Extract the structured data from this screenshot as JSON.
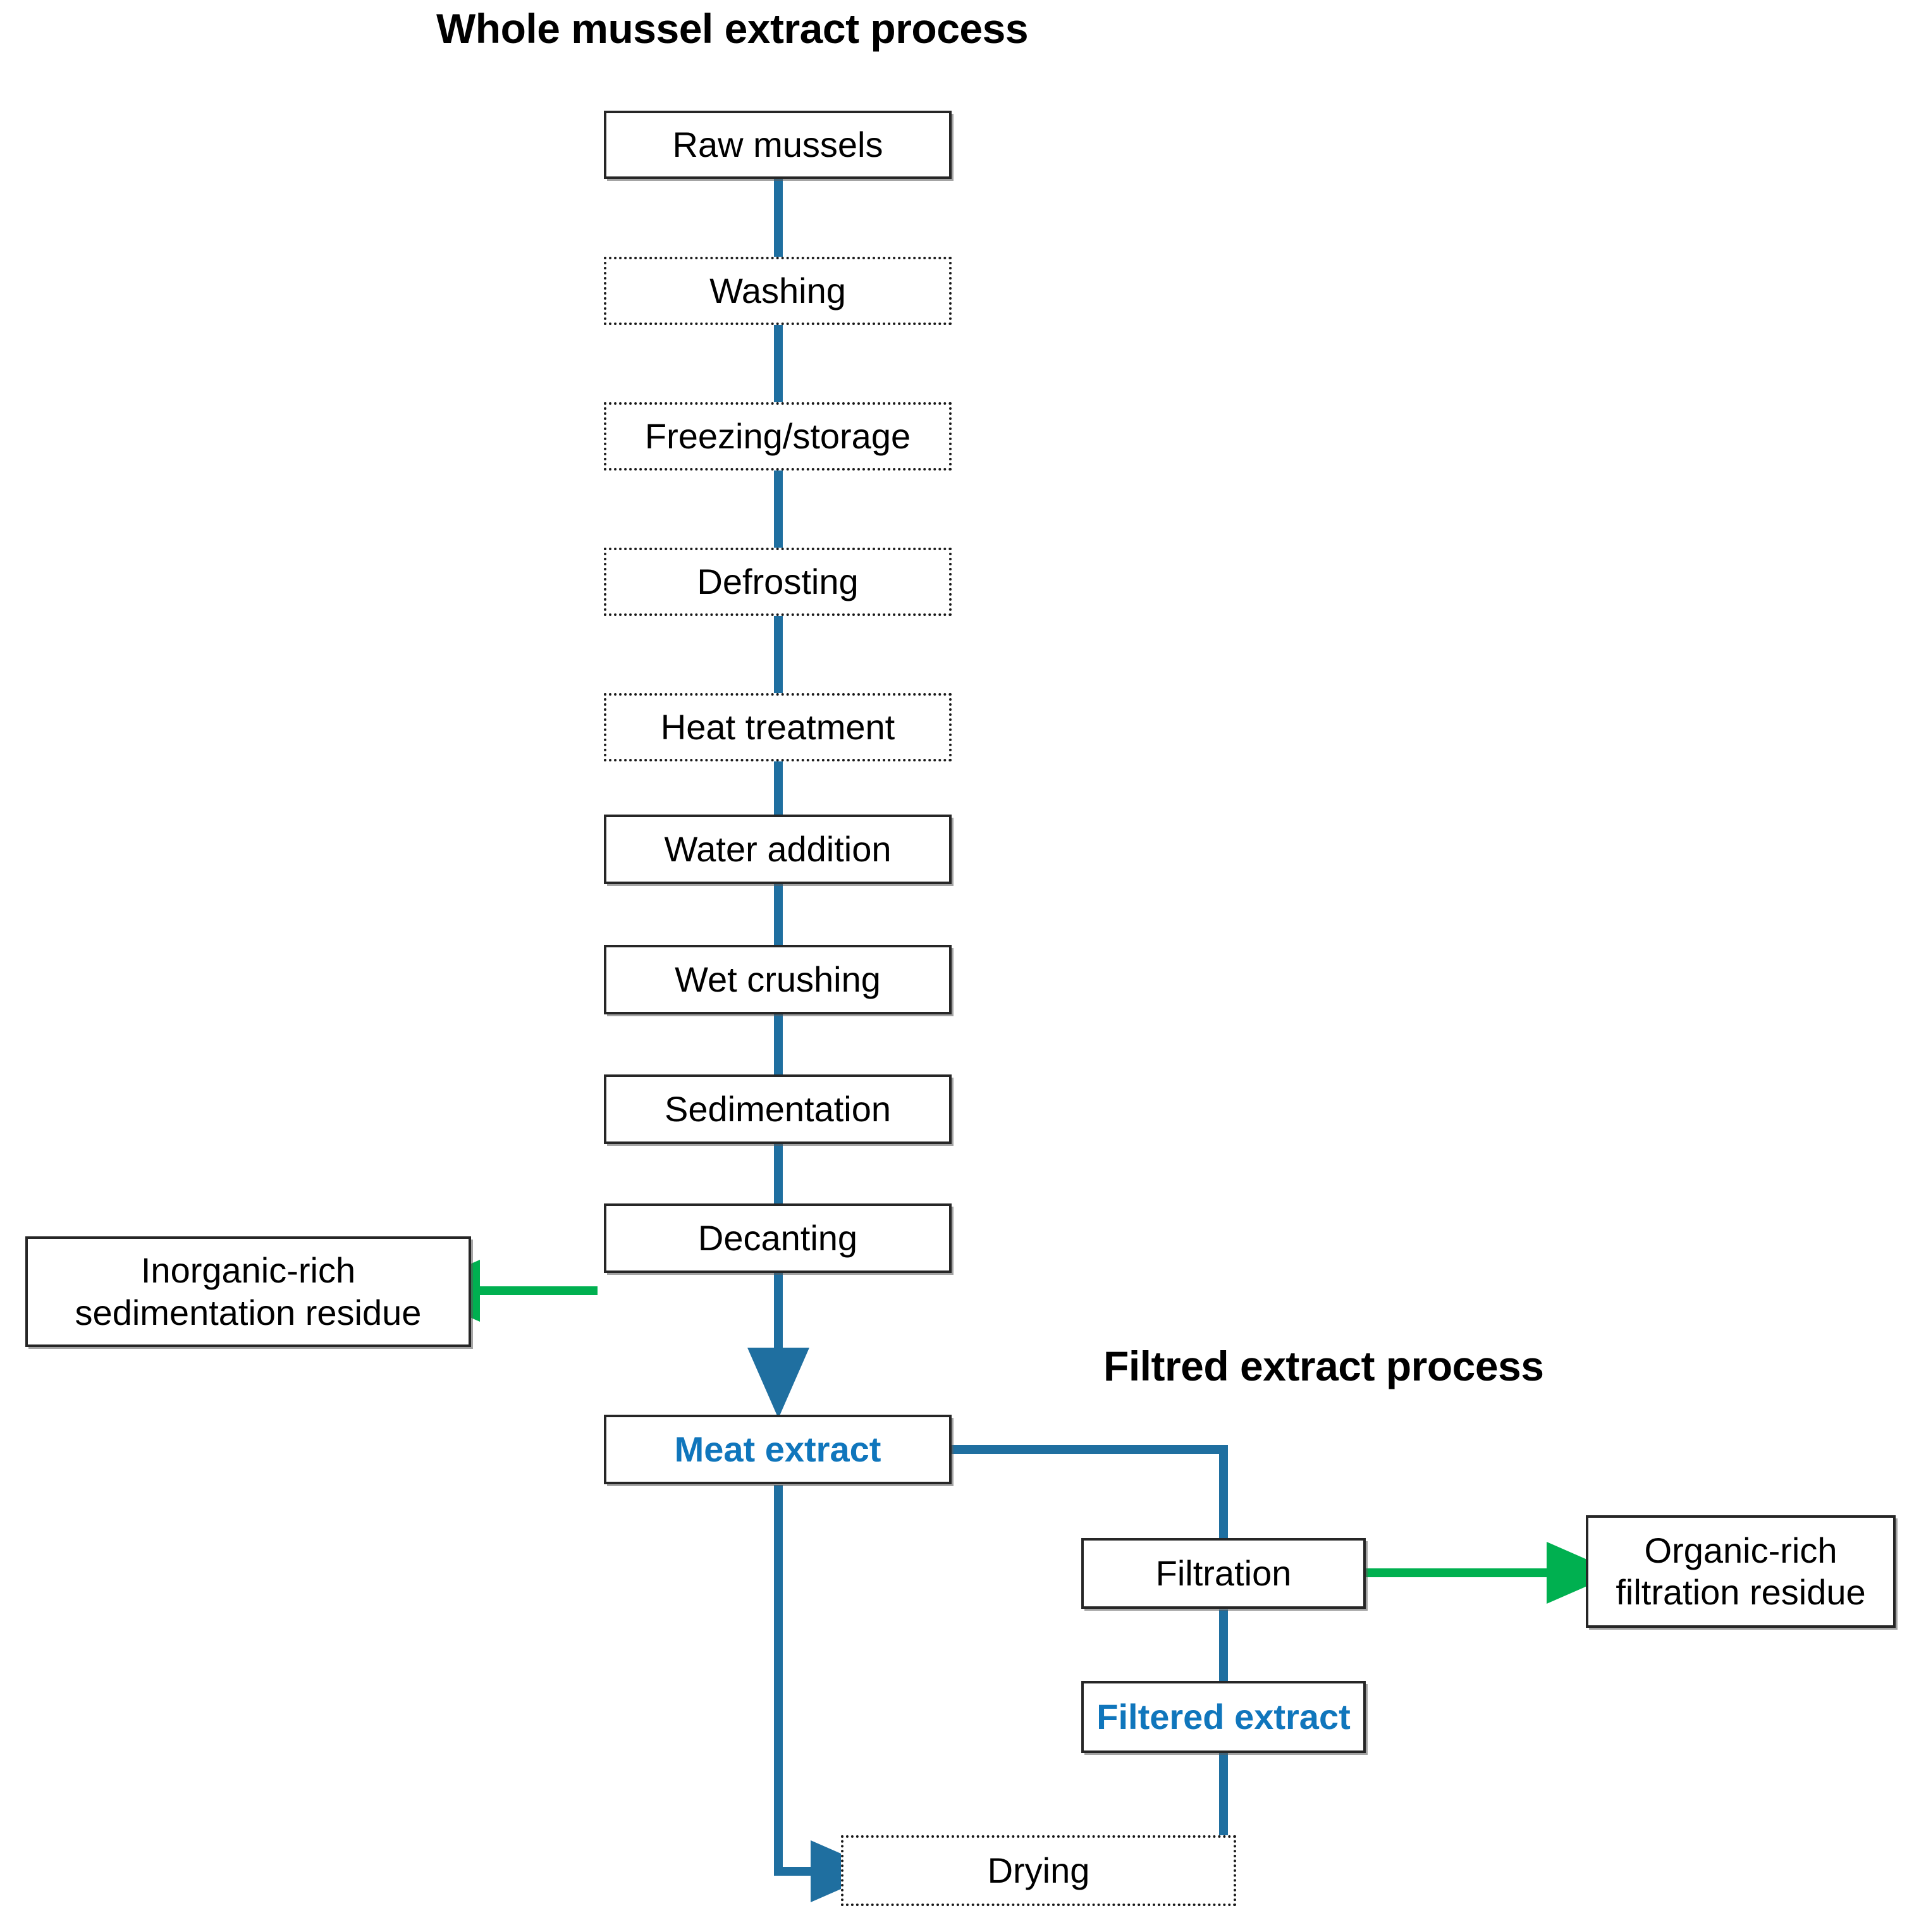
{
  "diagram": {
    "title_left": "Whole mussel extract process",
    "title_right": "Filtred extract process",
    "colors": {
      "flow_blue": "#1F6FA0",
      "accent_blue": "#1076BC",
      "residue_green": "#00B050",
      "box_border": "#262626",
      "background": "#FFFFFF"
    }
  },
  "nodes": {
    "raw_mussels": "Raw mussels",
    "washing": "Washing",
    "freezing_storage": "Freezing/storage",
    "defrosting": "Defrosting",
    "heat_treatment": "Heat treatment",
    "water_addition": "Water addition",
    "wet_crushing": "Wet crushing",
    "sedimentation": "Sedimentation",
    "decanting": "Decanting",
    "meat_extract": "Meat extract",
    "inorganic_residue": "Inorganic-rich\nsedimentation residue",
    "inorganic_residue_line1": "Inorganic-rich",
    "inorganic_residue_line2": "sedimentation residue",
    "filtration": "Filtration",
    "organic_residue_line1": "Organic-rich",
    "organic_residue_line2": "filtration residue",
    "filtered_extract": "Filtered extract",
    "drying": "Drying"
  },
  "edges": [
    {
      "from": "raw_mussels",
      "to": "washing",
      "style": "blue-line"
    },
    {
      "from": "washing",
      "to": "freezing_storage",
      "style": "blue-line"
    },
    {
      "from": "freezing_storage",
      "to": "defrosting",
      "style": "blue-line"
    },
    {
      "from": "defrosting",
      "to": "heat_treatment",
      "style": "blue-line"
    },
    {
      "from": "heat_treatment",
      "to": "water_addition",
      "style": "blue-line"
    },
    {
      "from": "water_addition",
      "to": "wet_crushing",
      "style": "blue-line"
    },
    {
      "from": "wet_crushing",
      "to": "sedimentation",
      "style": "blue-line"
    },
    {
      "from": "sedimentation",
      "to": "decanting",
      "style": "blue-line"
    },
    {
      "from": "decanting",
      "to": "meat_extract",
      "style": "blue-arrow"
    },
    {
      "from": "decanting",
      "to": "inorganic_residue",
      "style": "green-arrow"
    },
    {
      "from": "meat_extract",
      "to": "filtration",
      "style": "blue-line"
    },
    {
      "from": "filtration",
      "to": "organic_residue",
      "style": "green-arrow"
    },
    {
      "from": "filtration",
      "to": "filtered_extract",
      "style": "blue-line"
    },
    {
      "from": "meat_extract",
      "to": "drying",
      "style": "blue-arrow"
    },
    {
      "from": "filtered_extract",
      "to": "drying",
      "style": "blue-arrow"
    }
  ]
}
